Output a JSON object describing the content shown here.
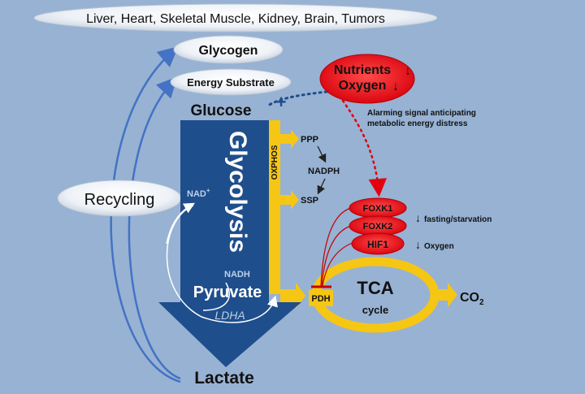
{
  "header": {
    "organs": "Liver, Heart, Skeletal Muscle, Kidney, Brain, Tumors"
  },
  "storage": {
    "glycogen": "Glycogen",
    "energy_substrate": "Energy Substrate"
  },
  "pathway": {
    "glucose": "Glucose",
    "glycolysis": "Glycolysis",
    "pyruvate": "Pyruvate",
    "lactate": "Lactate",
    "nad": "NAD",
    "nad_sup": "+",
    "nadh": "NADH",
    "ldha": "LDHA",
    "oxphos": "OXPHOS",
    "plus": "+"
  },
  "branches": {
    "ppp": "PPP",
    "ssp": "SSP",
    "nadph": "NADPH"
  },
  "recycling": "Recycling",
  "stress": {
    "nutrients": "Nutrients",
    "oxygen": "Oxygen",
    "down": "↓",
    "alarm_line1": "Alarming signal anticipating",
    "alarm_line2": "metabolic energy distress"
  },
  "regulators": {
    "foxk1": "FOXK1",
    "foxk2": "FOXK2",
    "hif1": "HIF1",
    "fasting": "fasting/starvation",
    "oxygen_low": "Oxygen",
    "down": "↓"
  },
  "tca": {
    "pdh": "PDH",
    "title": "TCA",
    "cycle": "cycle",
    "co2": "CO",
    "co2_sub": "2"
  },
  "colors": {
    "background": "#97b2d3",
    "glycolysis_blue": "#1f4e8c",
    "pathway_yellow": "#f6c614",
    "stress_red": "#e3000f",
    "nad_text": "#bcd0ea",
    "recycle_arrow": "#4472c4"
  }
}
